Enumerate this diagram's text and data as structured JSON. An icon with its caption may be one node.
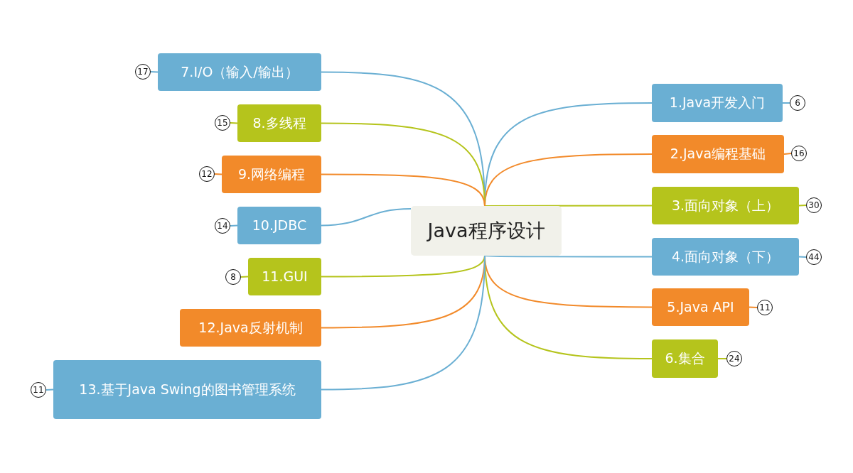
{
  "diagram": {
    "nodes": [
      {
        "text": [
          "Java程序设计"
        ]
      },
      {
        "text": [
          "1.Java开发入门"
        ]
      },
      {
        "text": [
          "2.Java编程基础"
        ]
      },
      {
        "text": [
          "3.面向对象（上）"
        ]
      },
      {
        "text": [
          "4.面向对象（下）"
        ]
      },
      {
        "text": [
          "5.Java API"
        ]
      },
      {
        "text": [
          "6.集合"
        ]
      },
      {
        "text": [
          "7.I/O（输入/输出）"
        ]
      },
      {
        "text": [
          "8.多线程"
        ]
      },
      {
        "text": [
          "9.网络编程"
        ]
      },
      {
        "text": [
          "10.JDBC"
        ]
      },
      {
        "text": [
          "11.GUI"
        ]
      },
      {
        "text": [
          "12.Java反射机制"
        ]
      },
      {
        "text": [
          "13.基于Java Swing的图书管理系统"
        ]
      },
      {
        "text": [
          "6"
        ]
      },
      {
        "text": [
          "16"
        ]
      },
      {
        "text": [
          "30"
        ]
      },
      {
        "text": [
          "44"
        ]
      },
      {
        "text": [
          "11"
        ]
      },
      {
        "text": [
          "24"
        ]
      },
      {
        "text": [
          "17"
        ]
      },
      {
        "text": [
          "15"
        ]
      },
      {
        "text": [
          "12"
        ]
      },
      {
        "text": [
          "14"
        ]
      },
      {
        "text": [
          "8"
        ]
      },
      {
        "text": [
          "11"
        ]
      }
    ],
    "edges": [
      {
        "from": 0,
        "to": 1,
        "arrow": "none"
      },
      {
        "from": 0,
        "to": 2,
        "arrow": "none",
        "color": "#f28a2a"
      },
      {
        "from": 0,
        "to": 3,
        "arrow": "none",
        "color": "#b5c41c"
      },
      {
        "from": 0,
        "to": 4,
        "arrow": "none"
      },
      {
        "from": 0,
        "to": 5,
        "arrow": "none",
        "color": "#f28a2a"
      },
      {
        "from": 0,
        "to": 6,
        "arrow": "none",
        "color": "#b5c41c"
      },
      {
        "from": 0,
        "to": 7,
        "arrow": "none"
      },
      {
        "from": 0,
        "to": 8,
        "arrow": "none",
        "color": "#b5c41c"
      },
      {
        "from": 0,
        "to": 9,
        "arrow": "none",
        "color": "#f28a2a"
      },
      {
        "from": 0,
        "to": 10,
        "arrow": "none"
      },
      {
        "from": 0,
        "to": 11,
        "arrow": "none",
        "color": "#b5c41c"
      },
      {
        "from": 0,
        "to": 12,
        "arrow": "none",
        "color": "#f28a2a"
      },
      {
        "from": 0,
        "to": 13,
        "arrow": "none"
      },
      {
        "from": 1,
        "to": 14,
        "arrow": "none"
      },
      {
        "from": 2,
        "to": 15,
        "arrow": "none",
        "color": "#f28a2a"
      },
      {
        "from": 3,
        "to": 16,
        "arrow": "none",
        "color": "#b5c41c"
      },
      {
        "from": 4,
        "to": 17,
        "arrow": "none"
      },
      {
        "from": 5,
        "to": 18,
        "arrow": "none",
        "color": "#f28a2a"
      },
      {
        "from": 6,
        "to": 19,
        "arrow": "none",
        "color": "#b5c41c"
      },
      {
        "from": 7,
        "to": 20,
        "arrow": "none"
      },
      {
        "from": 8,
        "to": 21,
        "arrow": "none",
        "color": "#b5c41c"
      },
      {
        "from": 9,
        "to": 22,
        "arrow": "none",
        "color": "#f28a2a"
      },
      {
        "from": 10,
        "to": 23,
        "arrow": "none"
      },
      {
        "from": 11,
        "to": 24,
        "arrow": "none",
        "color": "#b5c41c"
      },
      {
        "from": 13,
        "to": 25,
        "arrow": "none"
      }
    ]
  }
}
